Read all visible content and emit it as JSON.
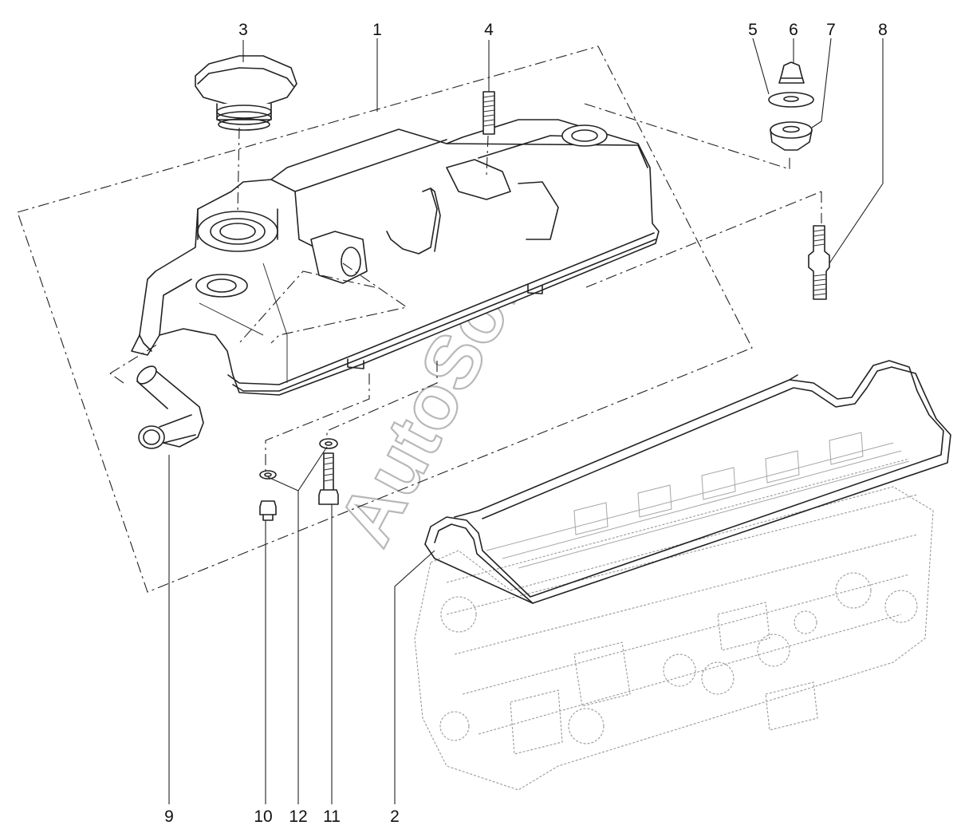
{
  "diagram": {
    "callouts": [
      {
        "id": "c1",
        "label": "1"
      },
      {
        "id": "c2",
        "label": "2"
      },
      {
        "id": "c3",
        "label": "3"
      },
      {
        "id": "c4",
        "label": "4"
      },
      {
        "id": "c5",
        "label": "5"
      },
      {
        "id": "c6",
        "label": "6"
      },
      {
        "id": "c7",
        "label": "7"
      },
      {
        "id": "c8",
        "label": "8"
      },
      {
        "id": "c9",
        "label": "9"
      },
      {
        "id": "c10",
        "label": "10"
      },
      {
        "id": "c11",
        "label": "11"
      },
      {
        "id": "c12",
        "label": "12"
      }
    ],
    "watermark": "AutoSoft"
  }
}
